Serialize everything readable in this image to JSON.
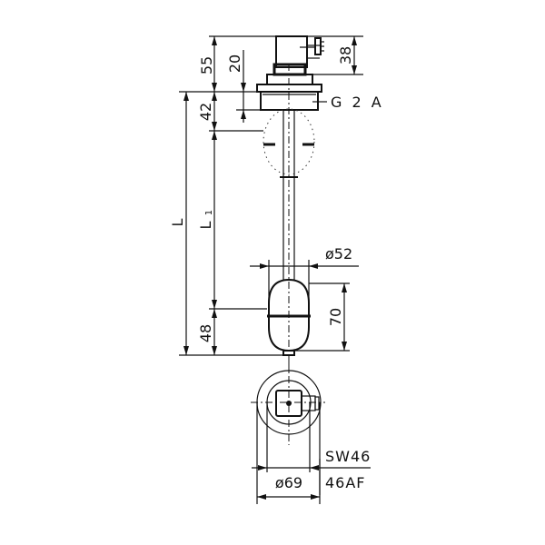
{
  "drawing": {
    "title": "Float switch dimensional drawing",
    "dimensions": {
      "head_total": "55",
      "thread_to_connector": "20",
      "connector_height": "38",
      "thread_label": "G 2 A",
      "first_float_offset": "42",
      "overall_length": "L",
      "switch_length_main": "L",
      "switch_length_sub": "1",
      "float_diameter": "ø52",
      "float_height": "70",
      "bottom_offset": "48",
      "head_diameter": "ø69",
      "wrench_size": "SW46",
      "wrench_size_af": "46AF"
    },
    "colors": {
      "line": "#111111",
      "background": "#ffffff"
    }
  }
}
